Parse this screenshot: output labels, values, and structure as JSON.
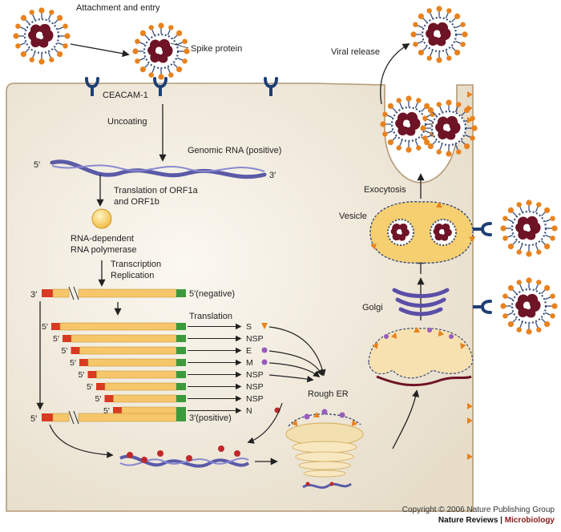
{
  "labels": {
    "attachment": "Attachment and entry",
    "spike": "Spike protein",
    "ceacam": "CEACAM-1",
    "uncoating": "Uncoating",
    "genomic": "Genomic RNA (positive)",
    "five_prime": "5′",
    "three_prime": "3′",
    "translation_orf_1": "Translation of ORF1a",
    "translation_orf_2": "and ORF1b",
    "rdrp_1": "RNA-dependent",
    "rdrp_2": "RNA polymerase",
    "trans_rep_1": "Transcription",
    "replication": "Replication",
    "negative": "5′(negative)",
    "positive": "3′(positive)",
    "translation": "Translation",
    "rough_er": "Rough ER",
    "golgi": "Golgi",
    "vesicle": "Vesicle",
    "exocytosis": "Exocytosis",
    "viral_release": "Viral release"
  },
  "proteins": [
    "S",
    "NSP",
    "E",
    "M",
    "NSP",
    "NSP",
    "NSP",
    "N"
  ],
  "copyright": {
    "line1": "Copyright © 2006 Nature Publishing Group",
    "brand": "Nature Reviews",
    "separator": "|",
    "journal": "Microbiology"
  },
  "colors": {
    "cell": "#efe6d6",
    "capsid": "#6e1426",
    "spike": "#e8821e",
    "rna": "#5a5aa8",
    "orange_bar": "#f5c66a",
    "red_block": "#d83a22",
    "green_block": "#3c9a3c"
  }
}
